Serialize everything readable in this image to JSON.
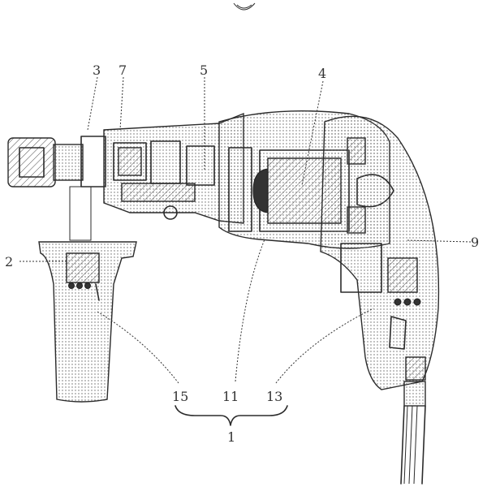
{
  "figure": {
    "title": "",
    "callouts": {
      "c3": "3",
      "c7": "7",
      "c5": "5",
      "c4": "4",
      "c2": "2",
      "c9": "9",
      "c15": "15",
      "c11": "11",
      "c13": "13",
      "c1": "1"
    }
  }
}
